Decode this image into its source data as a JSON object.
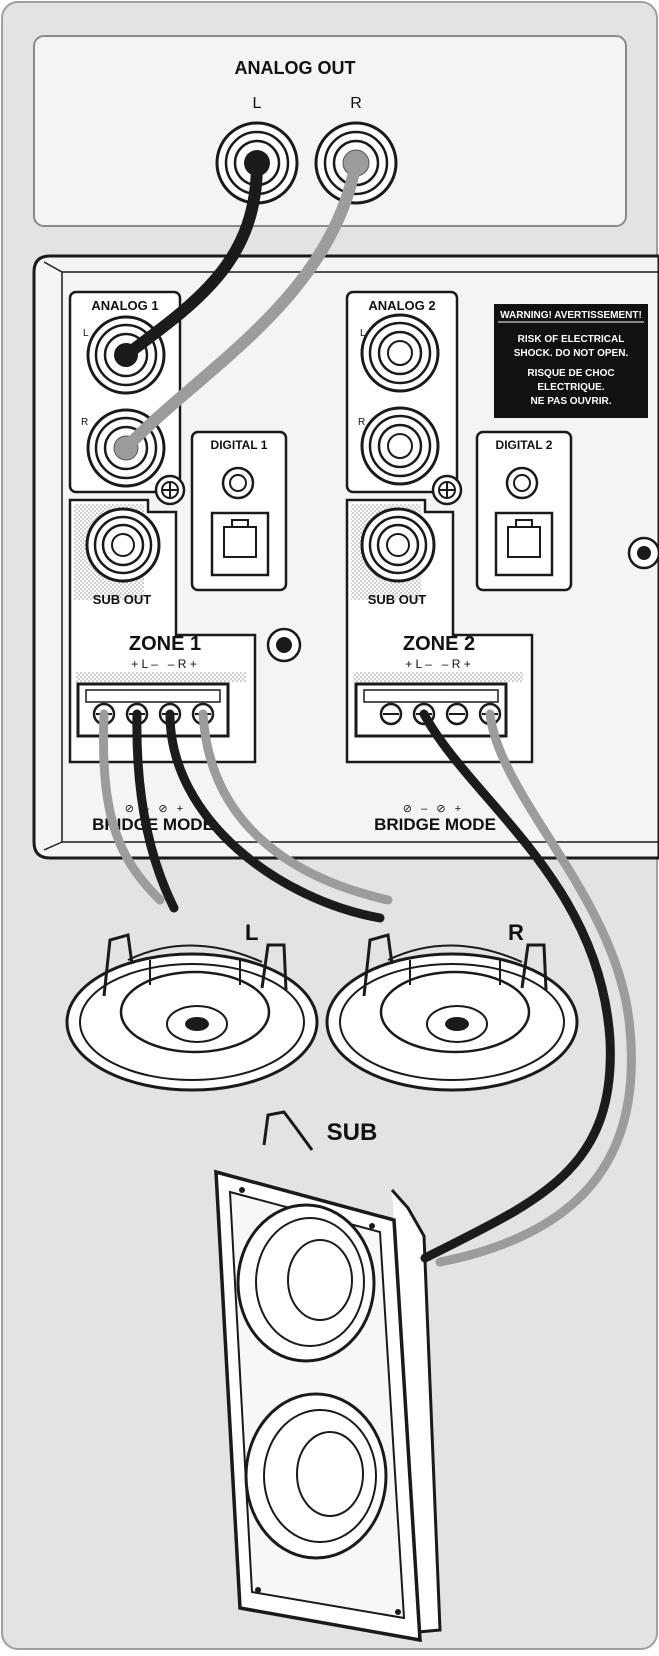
{
  "source": {
    "title": "ANALOG OUT",
    "left": "L",
    "right": "R"
  },
  "amplifier": {
    "analog1": "ANALOG 1",
    "analog2": "ANALOG 2",
    "in_l": "L",
    "in_r": "R",
    "digital1": "DIGITAL 1",
    "digital2": "DIGITAL 2",
    "sub_out": "SUB OUT",
    "zone1": "ZONE 1",
    "zone2": "ZONE 2",
    "zone_terminals": "+ L –   – R +",
    "bridge_mode": "BRIDGE MODE",
    "bridge_marks": "⊘   –   ⊘   +",
    "warning": {
      "title": "WARNING! AVERTISSEMENT!",
      "line1": "RISK OF ELECTRICAL",
      "line2": "SHOCK. DO NOT OPEN.",
      "line3": "RISQUE DE CHOC",
      "line4": "ELECTRIQUE.",
      "line5": "NE PAS OUVRIR."
    }
  },
  "speakers": {
    "left": "L",
    "right": "R",
    "sub": "SUB"
  },
  "colors": {
    "background": "#e3e3e3",
    "panel": "#f4f4f4",
    "line": "#1a1a1a",
    "cable_black": "#1b1b1b",
    "cable_gray": "#9c9c9c",
    "warning_bg": "#111111",
    "warning_text": "#ffffff"
  }
}
